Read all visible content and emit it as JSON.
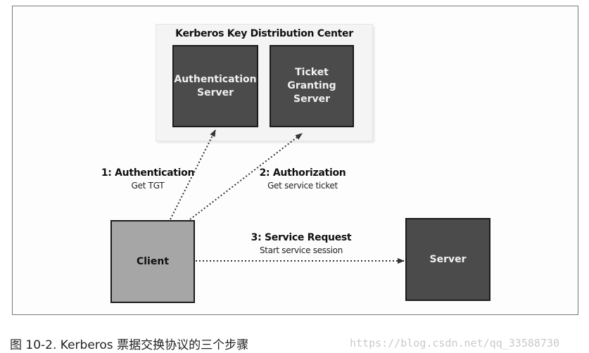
{
  "kdc": {
    "title": "Kerberos Key Distribution Center"
  },
  "boxes": {
    "authentication_server": [
      "Authentication",
      "Server"
    ],
    "ticket_granting_server": [
      "Ticket Granting",
      "Server"
    ],
    "client": "Client",
    "server": "Server"
  },
  "steps": [
    {
      "title": "1: Authentication",
      "subtitle": "Get TGT"
    },
    {
      "title": "2: Authorization",
      "subtitle": "Get service ticket"
    },
    {
      "title": "3: Service Request",
      "subtitle": "Start service session"
    }
  ],
  "caption": "图 10-2. Kerberos 票据交换协议的三个步骤",
  "watermark": "https://blog.csdn.net/qq_33588730"
}
